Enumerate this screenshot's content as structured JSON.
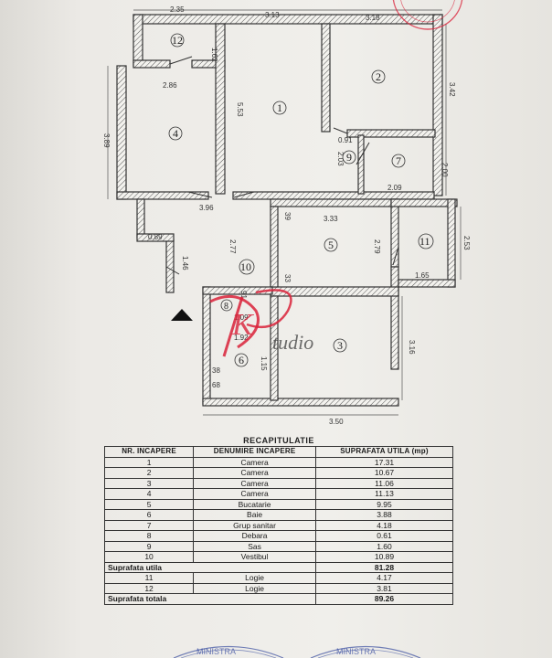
{
  "plan": {
    "dims": {
      "top_left": "2.35",
      "top_mid": "3.13",
      "top_right": "3.18",
      "d_162": "1.62",
      "d_286": "2.86",
      "d_553": "5.53",
      "d_342": "3.42",
      "d_389": "3.89",
      "d_091": "0.91",
      "d_203": "2.03",
      "d_200": "2.00",
      "d_209": "2.09",
      "d_396": "3.96",
      "d_333": "3.33",
      "d_039": "39",
      "d_089": "0.89",
      "d_277": "2.77",
      "d_279": "2.79",
      "d_253": "2.53",
      "d_146": "1.46",
      "d_165": "1.65",
      "d_033": "33",
      "d_091b": "91",
      "d_109": "1.09",
      "d_192": "1.92",
      "d_115": "1.15",
      "d_316": "3.16",
      "d_038": "38",
      "d_068": "68",
      "d_350": "3.50"
    },
    "rooms": [
      "1",
      "2",
      "3",
      "4",
      "5",
      "6",
      "7",
      "8",
      "9",
      "10",
      "11",
      "12"
    ]
  },
  "recap": {
    "title": "RECAPITULATIE",
    "headers": [
      "NR. INCAPERE",
      "DENUMIRE INCAPERE",
      "SUPRAFATA UTILA (mp)"
    ],
    "rows": [
      {
        "nr": "1",
        "name": "Camera",
        "area": "17.31"
      },
      {
        "nr": "2",
        "name": "Camera",
        "area": "10.67"
      },
      {
        "nr": "3",
        "name": "Camera",
        "area": "11.06"
      },
      {
        "nr": "4",
        "name": "Camera",
        "area": "11.13"
      },
      {
        "nr": "5",
        "name": "Bucatarie",
        "area": "9.95"
      },
      {
        "nr": "6",
        "name": "Baie",
        "area": "3.88"
      },
      {
        "nr": "7",
        "name": "Grup sanitar",
        "area": "4.18"
      },
      {
        "nr": "8",
        "name": "Debara",
        "area": "0.61"
      },
      {
        "nr": "9",
        "name": "Sas",
        "area": "1.60"
      },
      {
        "nr": "10",
        "name": "Vestibul",
        "area": "10.89"
      }
    ],
    "suprafata_utila": {
      "label": "Suprafata utila",
      "value": "81.28"
    },
    "logii": [
      {
        "nr": "11",
        "name": "Logie",
        "area": "4.17"
      },
      {
        "nr": "12",
        "name": "Logie",
        "area": "3.81"
      }
    ],
    "suprafata_totala": {
      "label": "Suprafata totala",
      "value": "89.26"
    }
  },
  "watermark": {
    "text": "tudio",
    "mark": "K"
  },
  "stamps": {
    "bottom_left": "MINISTRA",
    "bottom_right": "MINISTRA"
  },
  "colors": {
    "ink": "#333333",
    "stamp": "#d9223a",
    "paper": "#eceae6"
  }
}
